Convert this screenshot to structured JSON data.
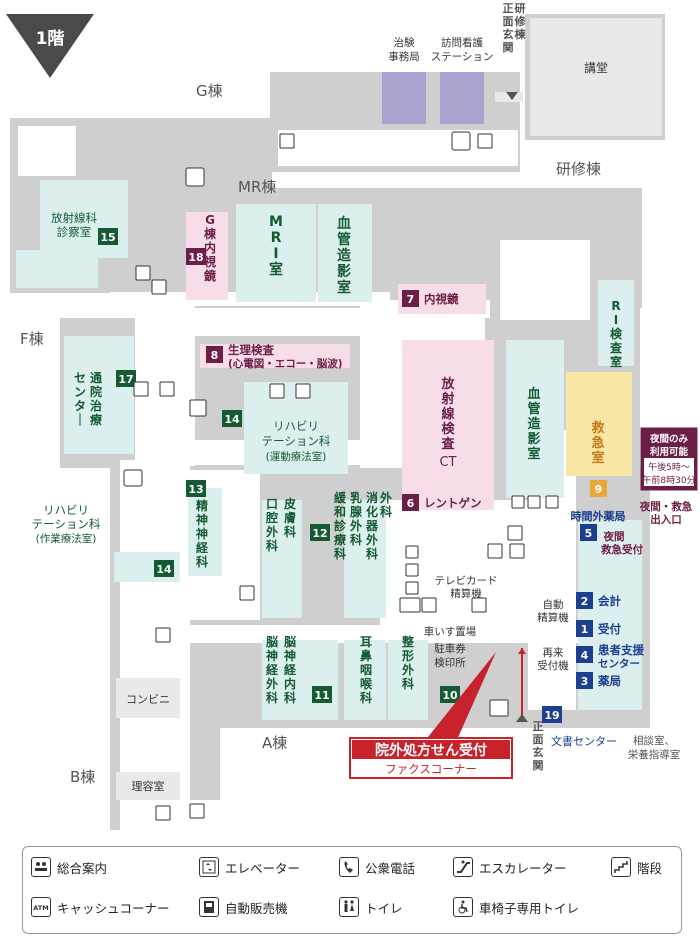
{
  "floor_label": "1階",
  "wing_labels": {
    "g": "G棟",
    "mr": "MR棟",
    "f": "F棟",
    "a": "A棟",
    "b": "B棟",
    "training": "研修棟"
  },
  "areas": {
    "jimukyoku_1": "治験",
    "jimukyoku_2": "事務局",
    "kango_1": "訪問看護",
    "kango_2": "ステーション",
    "north_entrance": [
      "正",
      "面",
      "玄",
      "関"
    ],
    "training_bldg": [
      "研",
      "修",
      "棟"
    ],
    "auditorium": "講堂",
    "mri": [
      "M",
      "R",
      "I",
      "室"
    ],
    "angio_mr": [
      "血",
      "管",
      "造",
      "影",
      "室"
    ],
    "angio_main": [
      "血",
      "管",
      "造",
      "影",
      "室"
    ],
    "ri": [
      "R",
      "I",
      "検",
      "査",
      "室"
    ],
    "ct": [
      "放",
      "射",
      "線",
      "検",
      "査"
    ],
    "ct_suffix": "CT",
    "emergency": [
      "救",
      "急",
      "室"
    ],
    "g_endoscopy": [
      "G",
      "棟",
      "内",
      "視",
      "鏡"
    ],
    "radiology_1": "放射線科",
    "radiology_2": "診察室",
    "outpatient_1": [
      "通",
      "院",
      "治",
      "療"
    ],
    "outpatient_2": [
      "セ",
      "ン",
      "タ",
      "｜"
    ],
    "rehab_exercise_1": "リハビリ",
    "rehab_exercise_2": "テーション科",
    "rehab_exercise_3": "(運動療法室)",
    "rehab_occupational_1": "リハビリ",
    "rehab_occupational_2": "テーション科",
    "rehab_occupational_3": "(作業療法室)",
    "psychiatry": [
      "精",
      "神",
      "神",
      "経",
      "科"
    ],
    "oral": [
      "口",
      "腔",
      "外",
      "科"
    ],
    "dermatology": [
      "皮",
      "膚",
      "科"
    ],
    "palliative": [
      "緩",
      "和",
      "診",
      "療",
      "科"
    ],
    "breast": [
      "乳",
      "腺",
      "外",
      "科"
    ],
    "digestive": [
      "消",
      "化",
      "器",
      "外",
      "科"
    ],
    "surgery": [
      "外",
      "科"
    ],
    "neurosurgery": [
      "脳",
      "神",
      "経",
      "外",
      "科"
    ],
    "neurology": [
      "脳",
      "神",
      "経",
      "内",
      "科"
    ],
    "ent": [
      "耳",
      "鼻",
      "咽",
      "喉",
      "科"
    ],
    "orthopedics": [
      "整",
      "形",
      "外",
      "科"
    ],
    "tv_card_1": "テレビカード",
    "tv_card_2": "精算機",
    "auto_pay_1": "自動",
    "auto_pay_2": "精算機",
    "revisit_1": "再来",
    "revisit_2": "受付機",
    "wheelchair": "車いす置場",
    "parking_1": "駐車券",
    "parking_2": "検印所",
    "convenience": "コンビニ",
    "barber": "理容室",
    "document_center": "文書センター",
    "consult_1": "相談室、",
    "consult_2": "栄養指導室",
    "south_entrance": [
      "正",
      "面",
      "玄",
      "関"
    ],
    "night_emergency_1": "夜間・救急",
    "night_emergency_2": "出入口",
    "night_reception_1": "夜間",
    "night_reception_2": "救急受付",
    "after_hours_pharmacy": "時間外薬局"
  },
  "numbered": [
    {
      "num": "1",
      "label": "受付",
      "color": "#1d3f8f"
    },
    {
      "num": "2",
      "label": "会計",
      "color": "#1d3f8f"
    },
    {
      "num": "3",
      "label": "薬局",
      "color": "#1d3f8f"
    },
    {
      "num": "4",
      "label": "患者支援",
      "label2": "センター",
      "color": "#1d3f8f"
    },
    {
      "num": "5",
      "label": "",
      "color": "#1d3f8f"
    },
    {
      "num": "6",
      "label": "レントゲン",
      "color": "#6d1e46"
    },
    {
      "num": "7",
      "label": "内視鏡",
      "color": "#6d1e46"
    },
    {
      "num": "8",
      "label": "生理検査",
      "label2": "(心電図・エコー・脳波)",
      "color": "#6d1e46"
    },
    {
      "num": "9",
      "label": "",
      "color": "#e8a83a"
    },
    {
      "num": "10",
      "label": "",
      "color": "#145a32"
    },
    {
      "num": "11",
      "label": "",
      "color": "#145a32"
    },
    {
      "num": "12",
      "label": "",
      "color": "#145a32"
    },
    {
      "num": "13",
      "label": "",
      "color": "#145a32"
    },
    {
      "num": "14",
      "label": "",
      "color": "#145a32"
    },
    {
      "num": "15",
      "label": "",
      "color": "#145a32"
    },
    {
      "num": "17",
      "label": "",
      "color": "#145a32"
    },
    {
      "num": "18",
      "label": "",
      "color": "#6d1e46"
    },
    {
      "num": "19",
      "label": "",
      "color": "#1d3f8f"
    }
  ],
  "callout": {
    "line1": "院外処方せん受付",
    "line2": "ファクスコーナー"
  },
  "night_only": {
    "title1": "夜間のみ",
    "title2": "利用可能",
    "hours1": "午後5時～",
    "hours2": "午前8時30分"
  },
  "legend": [
    {
      "icon": "information-icon",
      "label": "総合案内"
    },
    {
      "icon": "elevator-icon",
      "label": "エレベーター"
    },
    {
      "icon": "phone-icon",
      "label": "公衆電話"
    },
    {
      "icon": "escalator-icon",
      "label": "エスカレーター"
    },
    {
      "icon": "stairs-icon",
      "label": "階段"
    },
    {
      "icon": "atm-icon",
      "label": "キャッシュコーナー"
    },
    {
      "icon": "vending-machine-icon",
      "label": "自動販売機"
    },
    {
      "icon": "toilet-icon",
      "label": "トイレ"
    },
    {
      "icon": "wheelchair-toilet-icon",
      "label": "車椅子専用トイレ"
    }
  ],
  "colors": {
    "wall": "#cfcfcf",
    "floor": "#ffffff",
    "teal_room": "#dcefef",
    "pink_room": "#f6dde8",
    "purple_room": "#a9a4cf",
    "yellow_room": "#f7e6a6",
    "light_gray_room": "#e9e9e9",
    "red": "#c8232c",
    "navy": "#1d3f8f",
    "wine": "#6d1e46",
    "green": "#145a32"
  }
}
